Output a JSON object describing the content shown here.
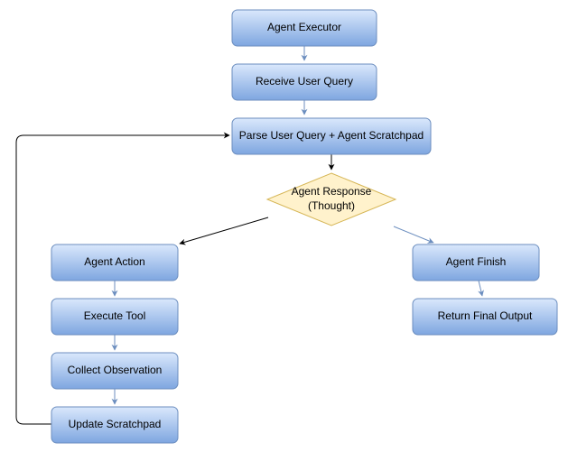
{
  "nodes": {
    "agent_executor": "Agent Executor",
    "receive_user_query": "Receive User Query",
    "parse_user_query": "Parse User Query + Agent Scratchpad",
    "agent_response_line1": "Agent Response",
    "agent_response_line2": "(Thought)",
    "agent_action": "Agent Action",
    "execute_tool": "Execute Tool",
    "collect_observation": "Collect Observation",
    "update_scratchpad": "Update Scratchpad",
    "agent_finish": "Agent Finish",
    "return_final_output": "Return Final Output"
  },
  "colors": {
    "box_fill_top": "#dae8fc",
    "box_fill_bottom": "#7ea6e0",
    "box_stroke": "#6c8ebf",
    "decision_fill": "#fff2cc",
    "decision_stroke": "#d6b656",
    "arrow_blue": "#6c8ebf",
    "arrow_black": "#000000"
  }
}
